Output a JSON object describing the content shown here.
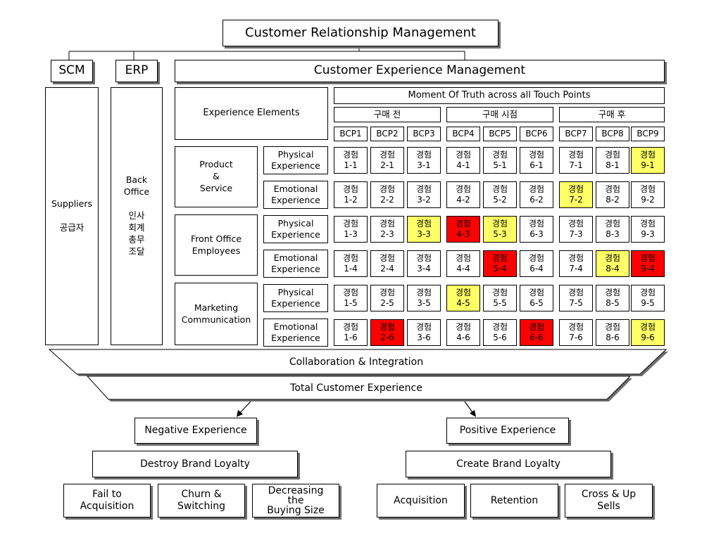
{
  "crm": "Customer Relationship Management",
  "scm": "SCM",
  "erp": "ERP",
  "cem": "Customer Experience Management",
  "suppliers": [
    "Suppliers",
    "공급자"
  ],
  "back_office": [
    "Back",
    "Office",
    "",
    "인사",
    "회계",
    "총무",
    "조달"
  ],
  "experience_elements": "Experience Elements",
  "moment_of_truth": "Moment Of Truth across all Touch Points",
  "phases": [
    "구매 전",
    "구매 시점",
    "구매 후"
  ],
  "bcps": [
    "BCP1",
    "BCP2",
    "BCP3",
    "BCP4",
    "BCP5",
    "BCP6",
    "BCP7",
    "BCP8",
    "BCP9"
  ],
  "groups": [
    [
      "Product",
      "&",
      "Service"
    ],
    [
      "Front Office",
      "Employees"
    ],
    [
      "Marketing",
      "Communication"
    ]
  ],
  "rows": [
    [
      "Physical",
      "Experience"
    ],
    [
      "Emotional",
      "Experience"
    ],
    [
      "Physical",
      "Experience"
    ],
    [
      "Emotional",
      "Experience"
    ],
    [
      "Physical",
      "Experience"
    ],
    [
      "Emotional",
      "Experience"
    ]
  ],
  "cell_word": "경험",
  "cell_codes": [
    [
      "1-1",
      "2-1",
      "3-1",
      "4-1",
      "5-1",
      "6-1",
      "7-1",
      "8-1",
      "9-1"
    ],
    [
      "1-2",
      "2-2",
      "3-2",
      "4-2",
      "5-2",
      "6-2",
      "7-2",
      "8-2",
      "9-2"
    ],
    [
      "1-3",
      "2-3",
      "3-3",
      "4-3",
      "5-3",
      "6-3",
      "7-3",
      "8-3",
      "9-3"
    ],
    [
      "1-4",
      "2-4",
      "3-4",
      "4-4",
      "5-4",
      "6-4",
      "7-4",
      "8-4",
      "9-4"
    ],
    [
      "1-5",
      "2-5",
      "3-5",
      "4-5",
      "5-5",
      "6-5",
      "7-5",
      "8-5",
      "9-5"
    ],
    [
      "1-6",
      "2-6",
      "3-6",
      "4-6",
      "5-6",
      "6-6",
      "7-6",
      "8-6",
      "9-6"
    ]
  ],
  "cell_status": [
    [
      "w",
      "w",
      "w",
      "w",
      "w",
      "w",
      "w",
      "w",
      "y"
    ],
    [
      "w",
      "w",
      "w",
      "w",
      "w",
      "w",
      "y",
      "w",
      "w"
    ],
    [
      "w",
      "w",
      "y",
      "r",
      "y",
      "w",
      "w",
      "w",
      "w"
    ],
    [
      "w",
      "w",
      "w",
      "w",
      "r",
      "w",
      "w",
      "y",
      "r"
    ],
    [
      "w",
      "w",
      "w",
      "y",
      "w",
      "w",
      "w",
      "w",
      "w"
    ],
    [
      "w",
      "r",
      "w",
      "w",
      "w",
      "r",
      "w",
      "w",
      "y"
    ]
  ],
  "colors": {
    "negative_highlight": "#ff0000",
    "warning_highlight": "#ffff66",
    "shadow": "#6e6e6e"
  },
  "collaboration": "Collaboration & Integration",
  "total": "Total Customer Experience",
  "negative": "Negative Experience",
  "positive": "Positive Experience",
  "destroy": "Destroy Brand Loyalty",
  "create": "Create Brand Loyalty",
  "neg_outcomes": [
    [
      "Fail to",
      "Acquisition"
    ],
    [
      "Churn &",
      "Switching"
    ],
    [
      "Decreasing",
      "the",
      "Buying Size"
    ]
  ],
  "pos_outcomes": [
    [
      "Acquisition"
    ],
    [
      "Retention"
    ],
    [
      "Cross & Up",
      "Sells"
    ]
  ]
}
